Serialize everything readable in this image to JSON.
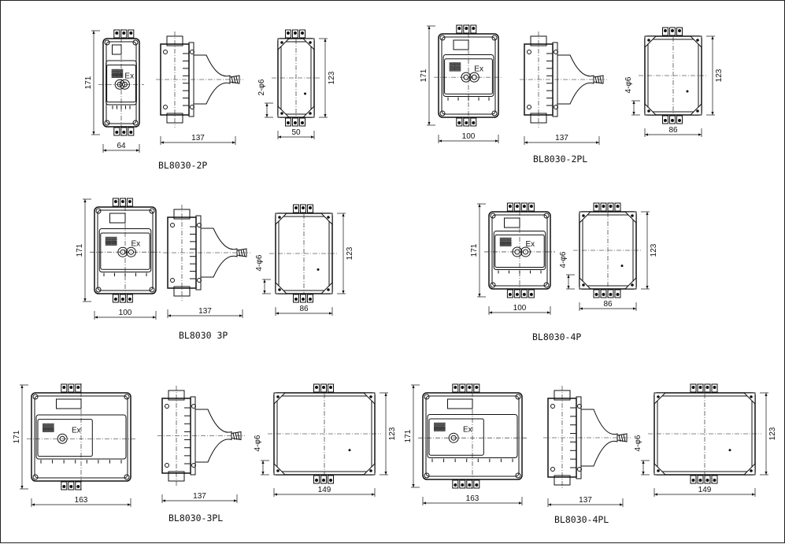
{
  "models": [
    {
      "name": "BL8030-2P",
      "height": "171",
      "front_width": "64",
      "side_width": "137",
      "back_width": "50",
      "back_height": "123",
      "holes": "2-φ6"
    },
    {
      "name": "BL8030-2PL",
      "height": "171",
      "front_width": "100",
      "side_width": "137",
      "back_width": "86",
      "back_height": "123",
      "holes": "4-φ6"
    },
    {
      "name": "BL8030 3P",
      "height": "171",
      "front_width": "100",
      "side_width": "137",
      "back_width": "86",
      "back_height": "123",
      "holes": "4-φ6"
    },
    {
      "name": "BL8030-4P",
      "height": "171",
      "front_width": "100",
      "side_width": "",
      "back_width": "86",
      "back_height": "123",
      "holes": "4-φ6"
    },
    {
      "name": "BL8030-3PL",
      "height": "171",
      "front_width": "163",
      "side_width": "137",
      "back_width": "149",
      "back_height": "123",
      "holes": "4-φ6"
    },
    {
      "name": "BL8030-4PL",
      "height": "171",
      "front_width": "163",
      "side_width": "137",
      "back_width": "149",
      "back_height": "123",
      "holes": "4-φ6"
    }
  ],
  "marking": {
    "ex": "Ex"
  }
}
